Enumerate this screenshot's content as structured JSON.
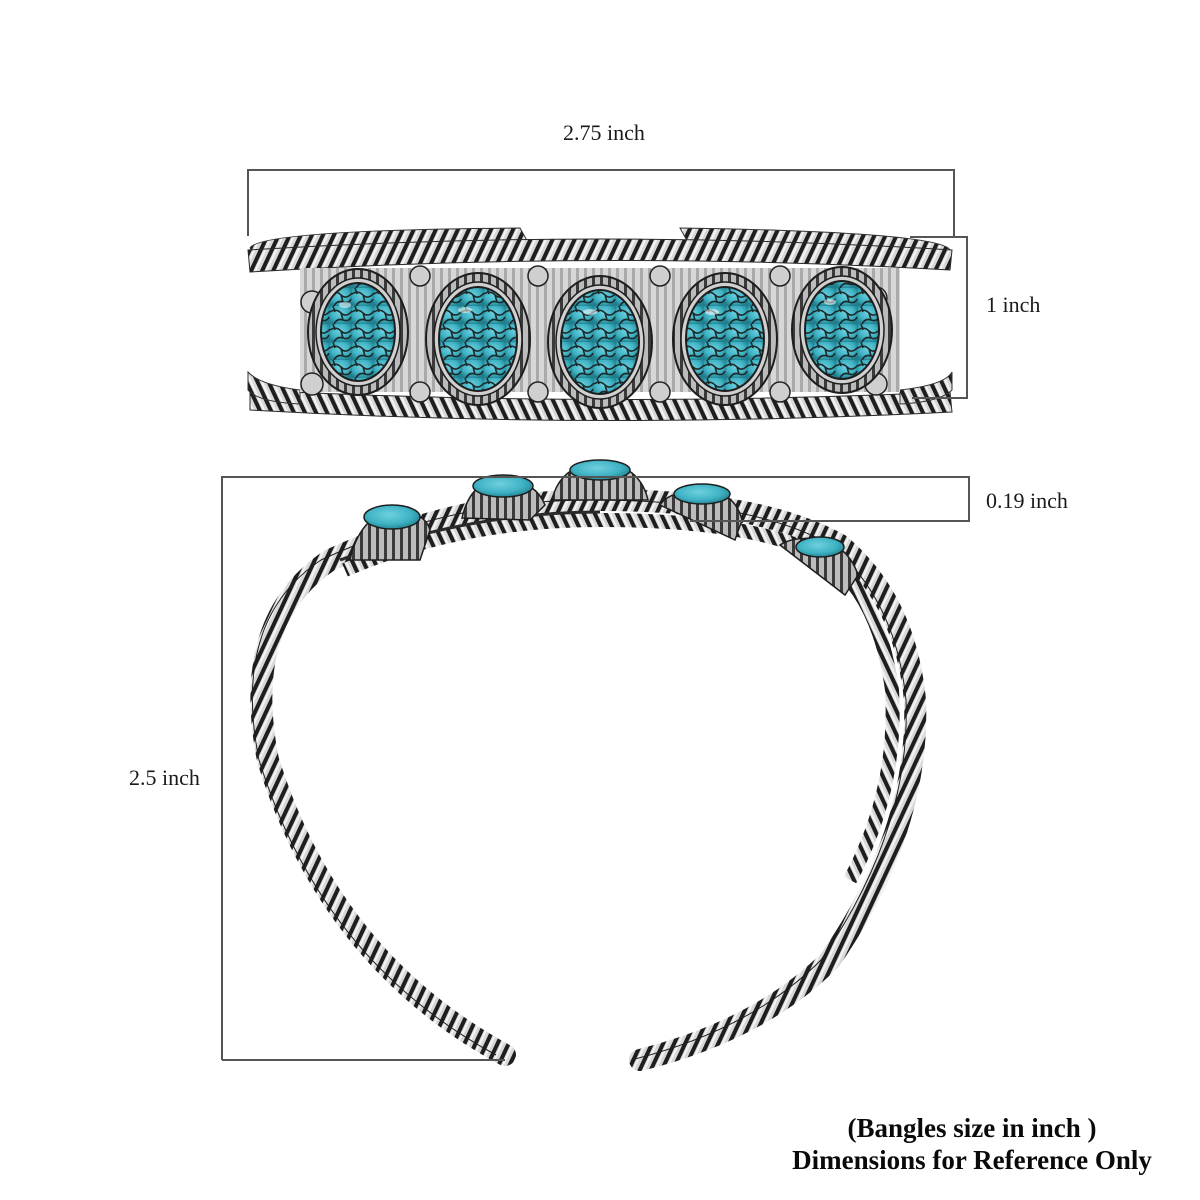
{
  "dimensions": {
    "top_view_width": "2.75 inch",
    "top_view_height": "1 inch",
    "side_view_thickness": "0.19 inch",
    "side_view_height": "2.5 inch"
  },
  "caption": {
    "line1": "(Bangles size in inch )",
    "line2": "Dimensions for Reference Only"
  },
  "product": {
    "type": "cuff bangle",
    "stone_count": 5,
    "colors": {
      "turquoise": "#3fb3c4",
      "turquoise_dark": "#1f7f8e",
      "matrix": "#2a2420",
      "silver": "#c9c9c9",
      "silver_dark": "#2b2b2b",
      "dimension_line": "#555555"
    }
  }
}
